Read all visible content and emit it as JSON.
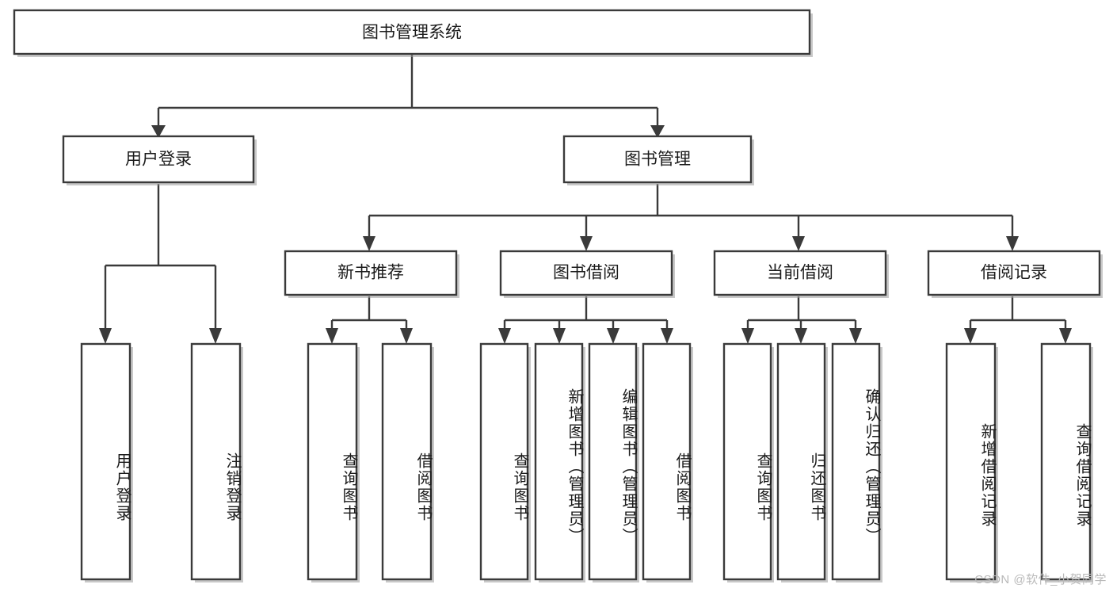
{
  "diagram": {
    "type": "tree-hierarchy",
    "title": "图书管理系统",
    "watermark": "CSDN @软件_小贺同学",
    "colors": {
      "stroke": "#3a3a3a",
      "fill": "#ffffff",
      "text": "#1b1b1b",
      "watermark": "#b9b9b9",
      "shadow": "#9b9b9b"
    },
    "levels": {
      "root": {
        "label": "图书管理系统"
      },
      "level2": [
        {
          "id": "user-login",
          "label": "用户登录"
        },
        {
          "id": "book-manage",
          "label": "图书管理"
        }
      ],
      "level3": [
        {
          "id": "new-book-rec",
          "label": "新书推荐",
          "parent": "book-manage"
        },
        {
          "id": "book-borrow",
          "label": "图书借阅",
          "parent": "book-manage"
        },
        {
          "id": "current-borrow",
          "label": "当前借阅",
          "parent": "book-manage"
        },
        {
          "id": "borrow-record",
          "label": "借阅记录",
          "parent": "book-manage"
        }
      ],
      "leaves": [
        {
          "id": "leaf-user-login",
          "label": "用户登录",
          "parent": "user-login"
        },
        {
          "id": "leaf-logout",
          "label": "注销登录",
          "parent": "user-login"
        },
        {
          "id": "leaf-query-book-1",
          "label": "查询图书",
          "parent": "new-book-rec"
        },
        {
          "id": "leaf-borrow-book-1",
          "label": "借阅图书",
          "parent": "new-book-rec"
        },
        {
          "id": "leaf-query-book-2",
          "label": "查询图书",
          "parent": "book-borrow"
        },
        {
          "id": "leaf-add-book",
          "label": "新增图书（管理员）",
          "parent": "book-borrow"
        },
        {
          "id": "leaf-edit-book",
          "label": "编辑图书（管理员）",
          "parent": "book-borrow"
        },
        {
          "id": "leaf-borrow-book-2",
          "label": "借阅图书",
          "parent": "book-borrow"
        },
        {
          "id": "leaf-query-book-3",
          "label": "查询图书",
          "parent": "current-borrow"
        },
        {
          "id": "leaf-return-book",
          "label": "归还图书",
          "parent": "current-borrow"
        },
        {
          "id": "leaf-confirm-return",
          "label": "确认归还（管理员）",
          "parent": "current-borrow"
        },
        {
          "id": "leaf-add-record",
          "label": "新增借阅记录",
          "parent": "borrow-record"
        },
        {
          "id": "leaf-query-record",
          "label": "查询借阅记录",
          "parent": "borrow-record"
        }
      ]
    }
  }
}
